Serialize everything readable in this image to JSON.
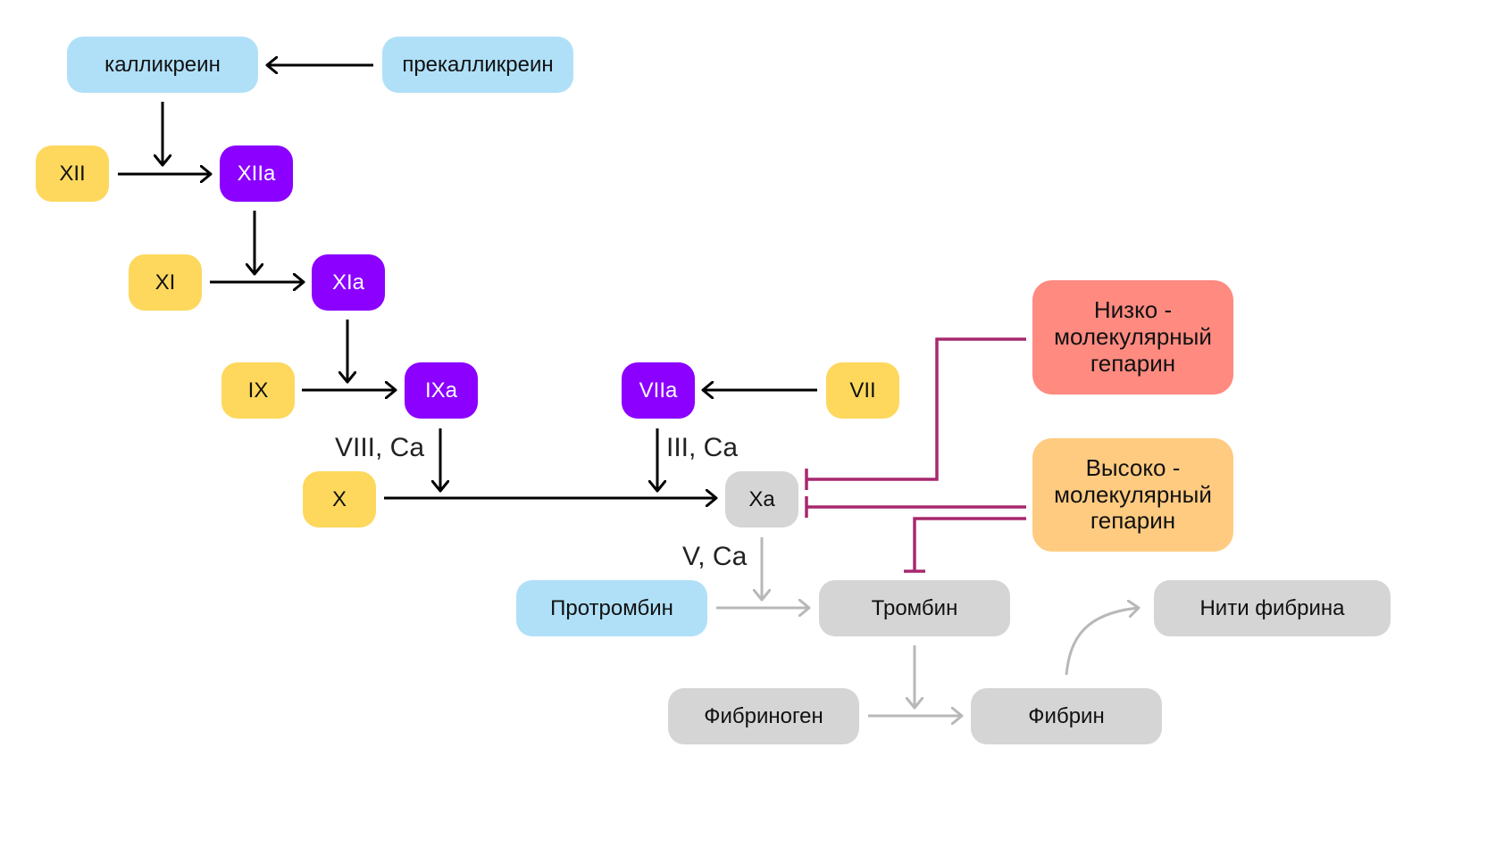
{
  "colors": {
    "activator_blue": "#b0e0f8",
    "factor_yellow": "#fdd85d",
    "active_purple": "#8b00ff",
    "common_gray": "#d5d5d5",
    "lmwh_red": "#ff8a80",
    "hmwh_orange": "#ffcb80",
    "inhibition_magenta": "#a8286e",
    "arrow_black": "#000000",
    "arrow_gray": "#b8b8b8"
  },
  "nodes": {
    "kallikrein": "калликреин",
    "prekallikrein": "прекалликреин",
    "xii": "XII",
    "xiia": "XIIa",
    "xi": "XI",
    "xia": "XIa",
    "ix": "IX",
    "ixa": "IXa",
    "viia": "VIIa",
    "vii": "VII",
    "x": "X",
    "xa": "Xa",
    "prothrombin": "Протромбин",
    "thrombin": "Тромбин",
    "fibrin_threads": "Нити фибрина",
    "fibrinogen": "Фибриноген",
    "fibrin": "Фибрин",
    "lmwh": "Низко -\nмолекулярный\nгепарин",
    "hmwh": "Высоко -\nмолекулярный\nгепарин"
  },
  "labels": {
    "viii_ca": "VIII, Ca",
    "iii_ca": "III, Ca",
    "v_ca": "V, Ca"
  }
}
